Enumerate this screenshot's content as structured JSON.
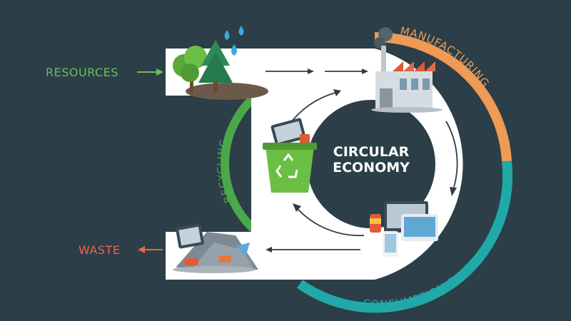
{
  "diagram": {
    "title_line1": "CIRCULAR",
    "title_line2": "ECONOMY",
    "stages": {
      "resources": "RESOURCES",
      "manufacturing": "MANUFACTURING",
      "consumption": "CONSUMPTION & USE",
      "recycling": "RECYCLING",
      "waste": "WASTE"
    },
    "colors": {
      "background": "#2c3e48",
      "resources": "#66c05a",
      "manufacturing": "#ef9a55",
      "consumption": "#21a8a8",
      "recycling": "#4aa84a",
      "waste": "#e8674a",
      "arrow": "#2c3e48"
    },
    "icons": [
      "trees-icon",
      "water-drops-icon",
      "factory-icon",
      "devices-icon",
      "recycle-bin-icon",
      "waste-pile-icon"
    ]
  }
}
